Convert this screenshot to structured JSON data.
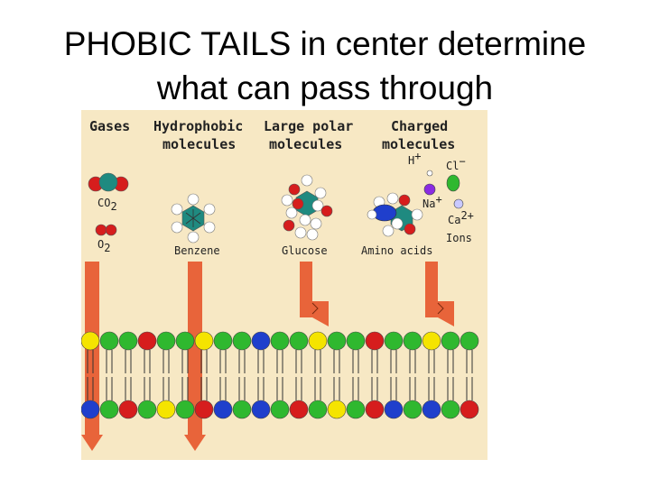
{
  "title": {
    "line1": "PHOBIC TAILS in center determine",
    "line2": "what can pass through"
  },
  "figure": {
    "headers": {
      "gases": "Gases",
      "hydrophobic_1": "Hydrophobic",
      "hydrophobic_2": "molecules",
      "large_polar_1": "Large polar",
      "large_polar_2": "molecules",
      "charged_1": "Charged",
      "charged_2": "molecules"
    },
    "labels": {
      "co2": "CO",
      "co2_sub": "2",
      "o2": "O",
      "o2_sub": "2",
      "benzene": "Benzene",
      "glucose": "Glucose",
      "amino_acids": "Amino acids",
      "h": "H",
      "h_charge": "+",
      "cl": "Cl",
      "cl_charge": "−",
      "na": "Na",
      "na_charge": "+",
      "ca": "Ca",
      "ca_charge": "2+",
      "ions": "Ions"
    },
    "colors": {
      "background": "#f7e8c4",
      "arrow": "#e8643a",
      "head_top_cycle": [
        "#f5e400",
        "#2fb82f",
        "#2fb82f",
        "#d61d1d",
        "#2fb82f",
        "#2fb82f",
        "#f5e400",
        "#2fb82f",
        "#2fb82f",
        "#1f3fcc",
        "#2fb82f",
        "#2fb82f"
      ],
      "head_bottom_cycle": [
        "#1f3fcc",
        "#2fb82f",
        "#d61d1d",
        "#2fb82f",
        "#f5e400",
        "#2fb82f",
        "#d61d1d",
        "#1f3fcc",
        "#2fb82f"
      ]
    }
  }
}
